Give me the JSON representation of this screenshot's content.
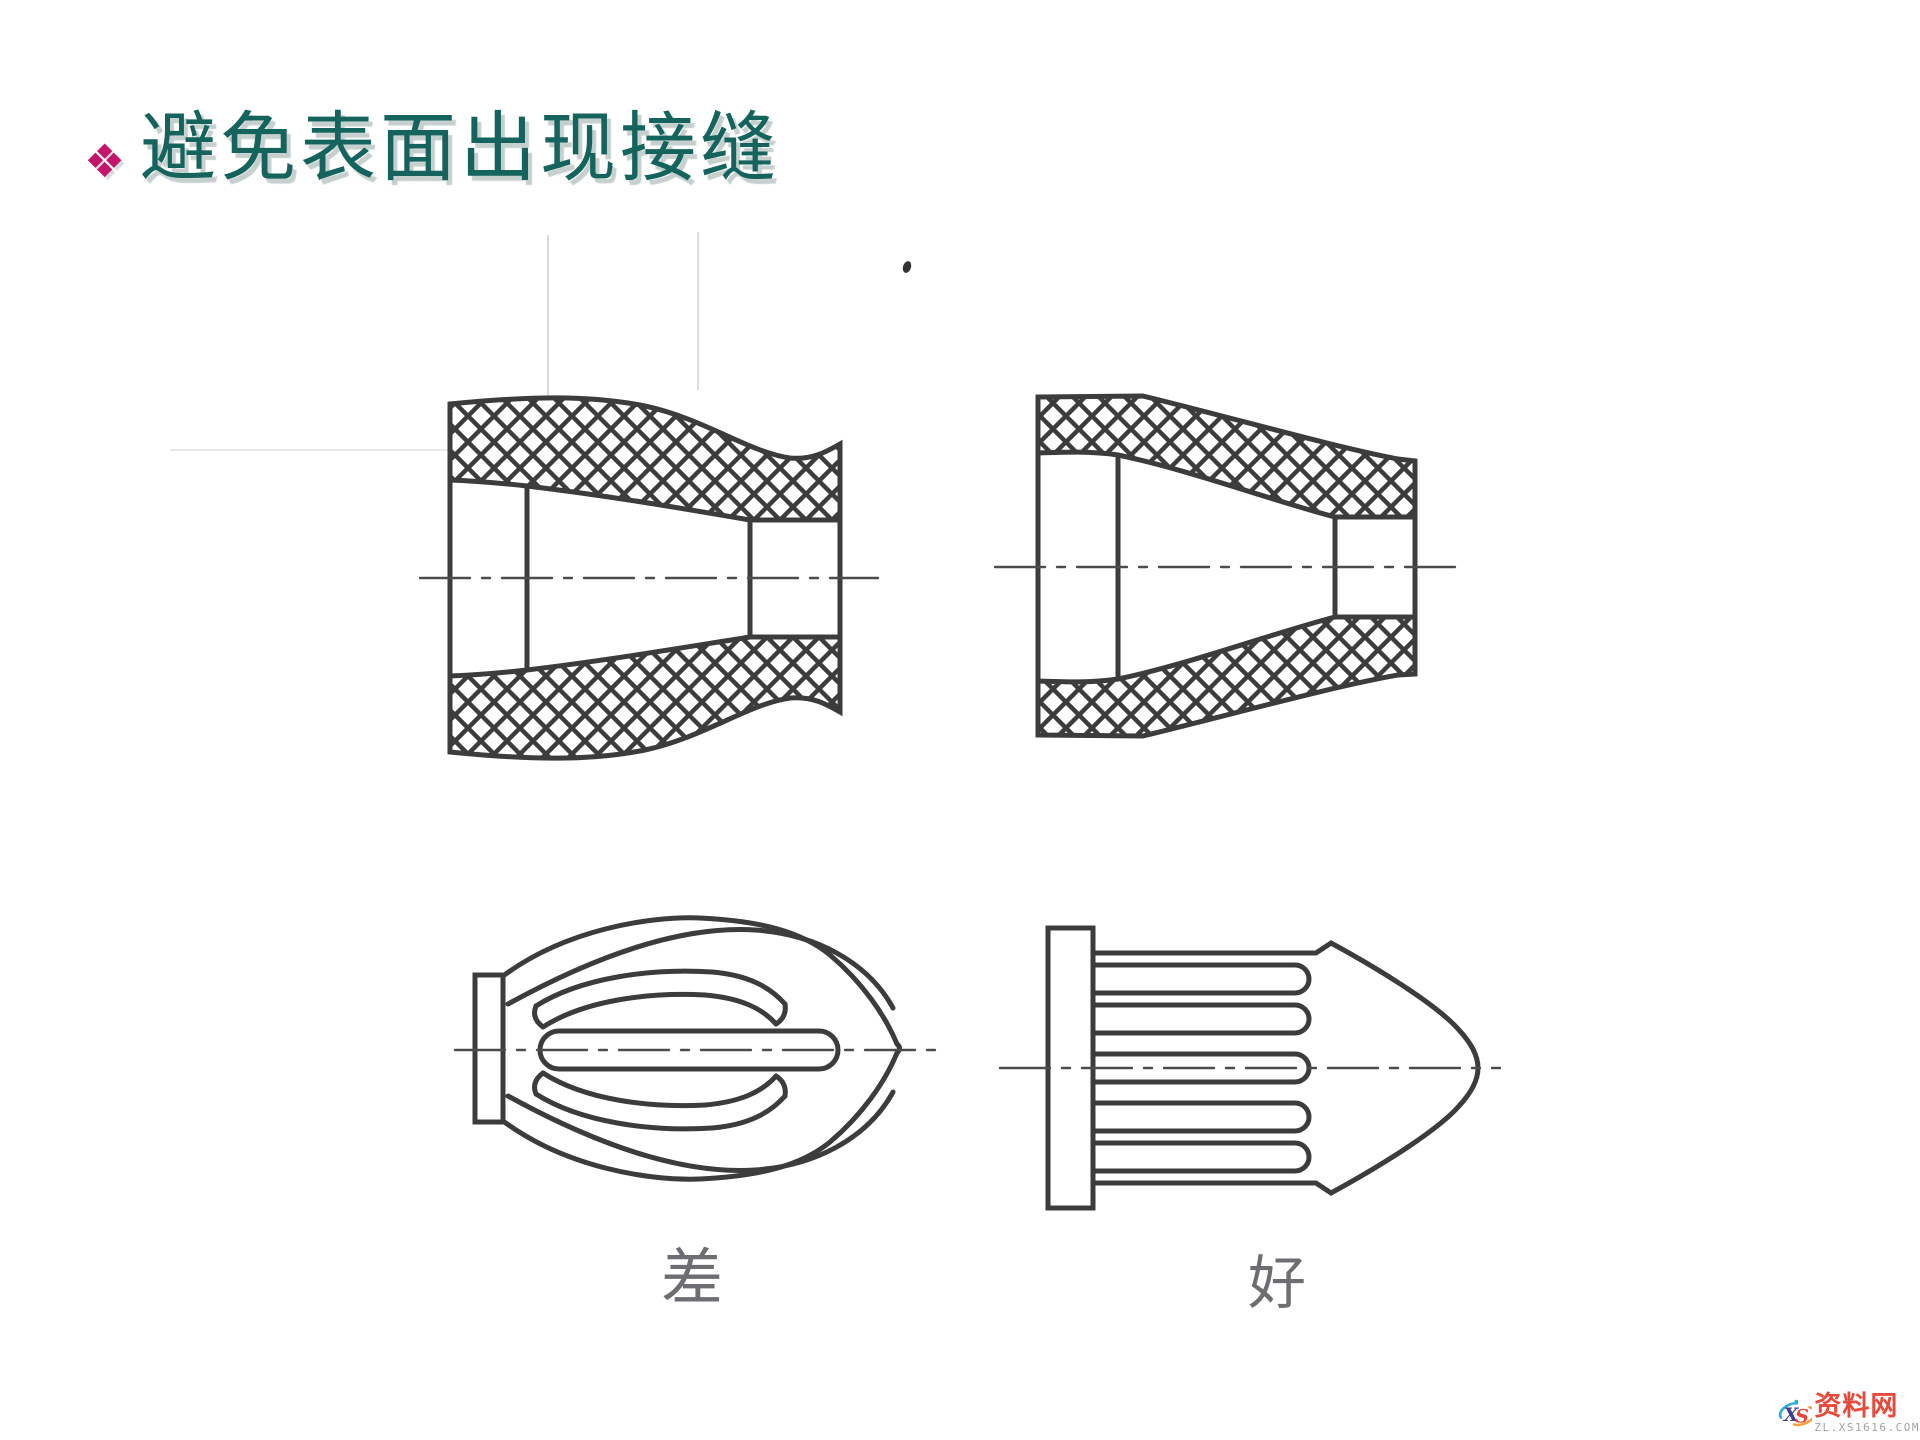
{
  "slide": {
    "background_color": "#ffffff",
    "title": {
      "bullet_icon": "❖",
      "bullet_color": "#c3156c",
      "text": "避免表面出现接缝",
      "color": "#14635c"
    },
    "figure": {
      "line_color": "#3c3c3c",
      "label_bad": "差",
      "label_good": "好",
      "label_color": "#6e6e72"
    },
    "watermark": {
      "logo_x": "X",
      "logo_s": "S",
      "logo_x_color": "#3f3d94",
      "logo_s_color": "#e8433c",
      "swoosh_blue": "#2ba9de",
      "swoosh_orange": "#f6a041",
      "site_name": "资料网",
      "site_name_color": "#e8493b",
      "site_url": "ZL.XS1616.COM",
      "site_url_color": "#a2a2a2"
    }
  }
}
